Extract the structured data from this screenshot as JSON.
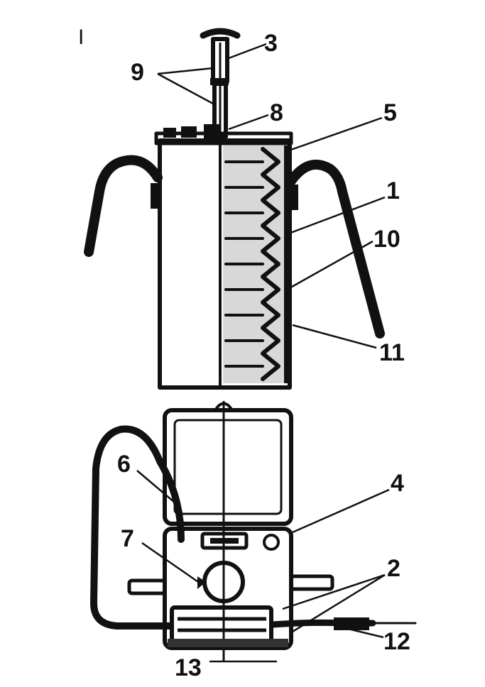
{
  "figure": {
    "number": "I"
  },
  "callouts": [
    {
      "id": "label-3",
      "text": "3"
    },
    {
      "id": "label-9",
      "text": "9"
    },
    {
      "id": "label-8",
      "text": "8"
    },
    {
      "id": "label-5",
      "text": "5"
    },
    {
      "id": "label-1",
      "text": "1"
    },
    {
      "id": "label-10",
      "text": "10"
    },
    {
      "id": "label-11",
      "text": "11"
    },
    {
      "id": "label-6",
      "text": "6"
    },
    {
      "id": "label-4",
      "text": "4"
    },
    {
      "id": "label-7",
      "text": "7"
    },
    {
      "id": "label-2",
      "text": "2"
    },
    {
      "id": "label-12",
      "text": "12"
    },
    {
      "id": "label-13",
      "text": "13"
    }
  ],
  "colors": {
    "ink": "#111111",
    "paper": "#ffffff"
  }
}
